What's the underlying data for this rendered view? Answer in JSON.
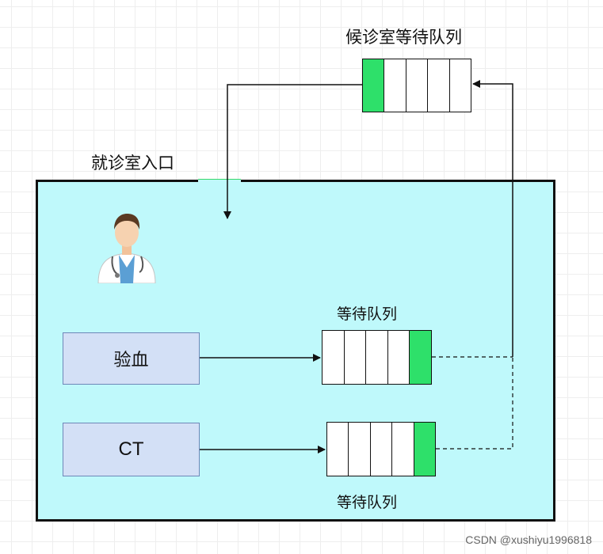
{
  "diagram": {
    "waiting_room_queue_label": "候诊室等待队列",
    "entrance_label": "就诊室入口",
    "blood_test_label": "验血",
    "ct_label": "CT",
    "blood_queue_label": "等待队列",
    "ct_queue_label": "等待队列",
    "waiting_room_queue": {
      "cells": 5,
      "filled_index": 0
    },
    "blood_queue": {
      "cells": 5,
      "filled_index": 4
    },
    "ct_queue": {
      "cells": 5,
      "filled_index": 4
    },
    "icons": [
      "doctor-icon"
    ]
  },
  "colors": {
    "room_fill": "#bff9fb",
    "queue_filled": "#2ee06a",
    "box_fill": "#d3e0f6",
    "box_border": "#6e87b8"
  },
  "watermark": "CSDN @xushiyu1996818"
}
